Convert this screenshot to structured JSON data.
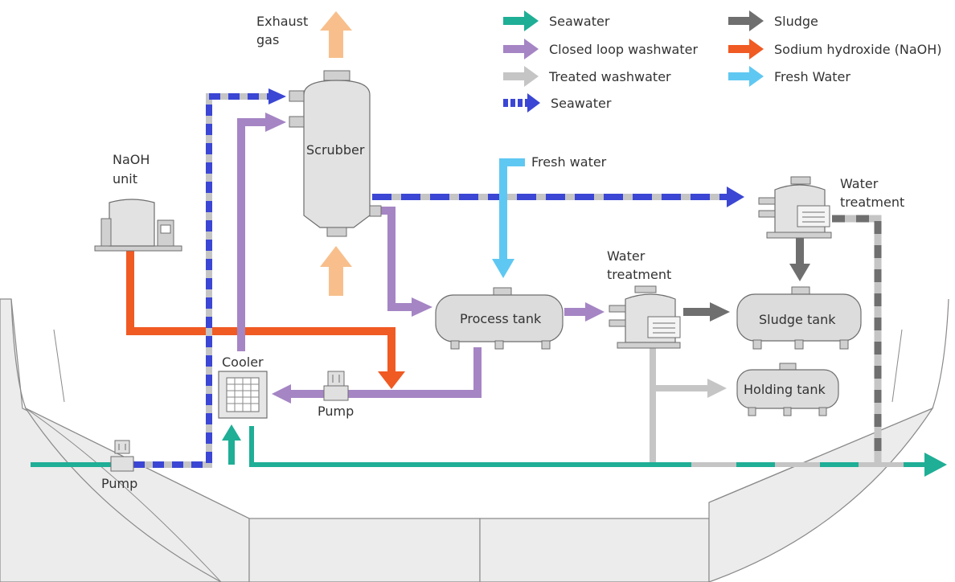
{
  "legend": [
    {
      "label": "Seawater",
      "color": "#1fae96",
      "style": "solid"
    },
    {
      "label": "Closed loop washwater",
      "color": "#a585c4",
      "style": "solid"
    },
    {
      "label": "Treated washwater",
      "color": "#c5c5c5",
      "style": "solid"
    },
    {
      "label": "Seawater",
      "color": "#3b46d4",
      "style": "dashed"
    },
    {
      "label": "Sludge",
      "color": "#6f6f6f",
      "style": "solid"
    },
    {
      "label": "Sodium hydroxide (NaOH)",
      "color": "#f05a23",
      "style": "solid"
    },
    {
      "label": "Fresh Water",
      "color": "#5fc8f2",
      "style": "solid"
    }
  ],
  "labels": {
    "exhaust_line1": "Exhaust",
    "exhaust_line2": "gas",
    "scrubber": "Scrubber",
    "naoh_line1": "NaOH",
    "naoh_line2": "unit",
    "fresh_water": "Fresh water",
    "water_treatment_top_line1": "Water",
    "water_treatment_top_line2": "treatment",
    "water_treatment_mid_line1": "Water",
    "water_treatment_mid_line2": "treatment",
    "process_tank": "Process tank",
    "sludge_tank": "Sludge tank",
    "holding_tank": "Holding tank",
    "cooler": "Cooler",
    "pump_mid": "Pump",
    "pump_left": "Pump"
  },
  "colors": {
    "seawater": "#1fae96",
    "closed_loop": "#a585c4",
    "treated": "#c5c5c5",
    "seawater_dashed": "#3b46d4",
    "sludge": "#6f6f6f",
    "naoh": "#f05a23",
    "fresh_water": "#5fc8f2",
    "exhaust": "#f8bf8c"
  }
}
